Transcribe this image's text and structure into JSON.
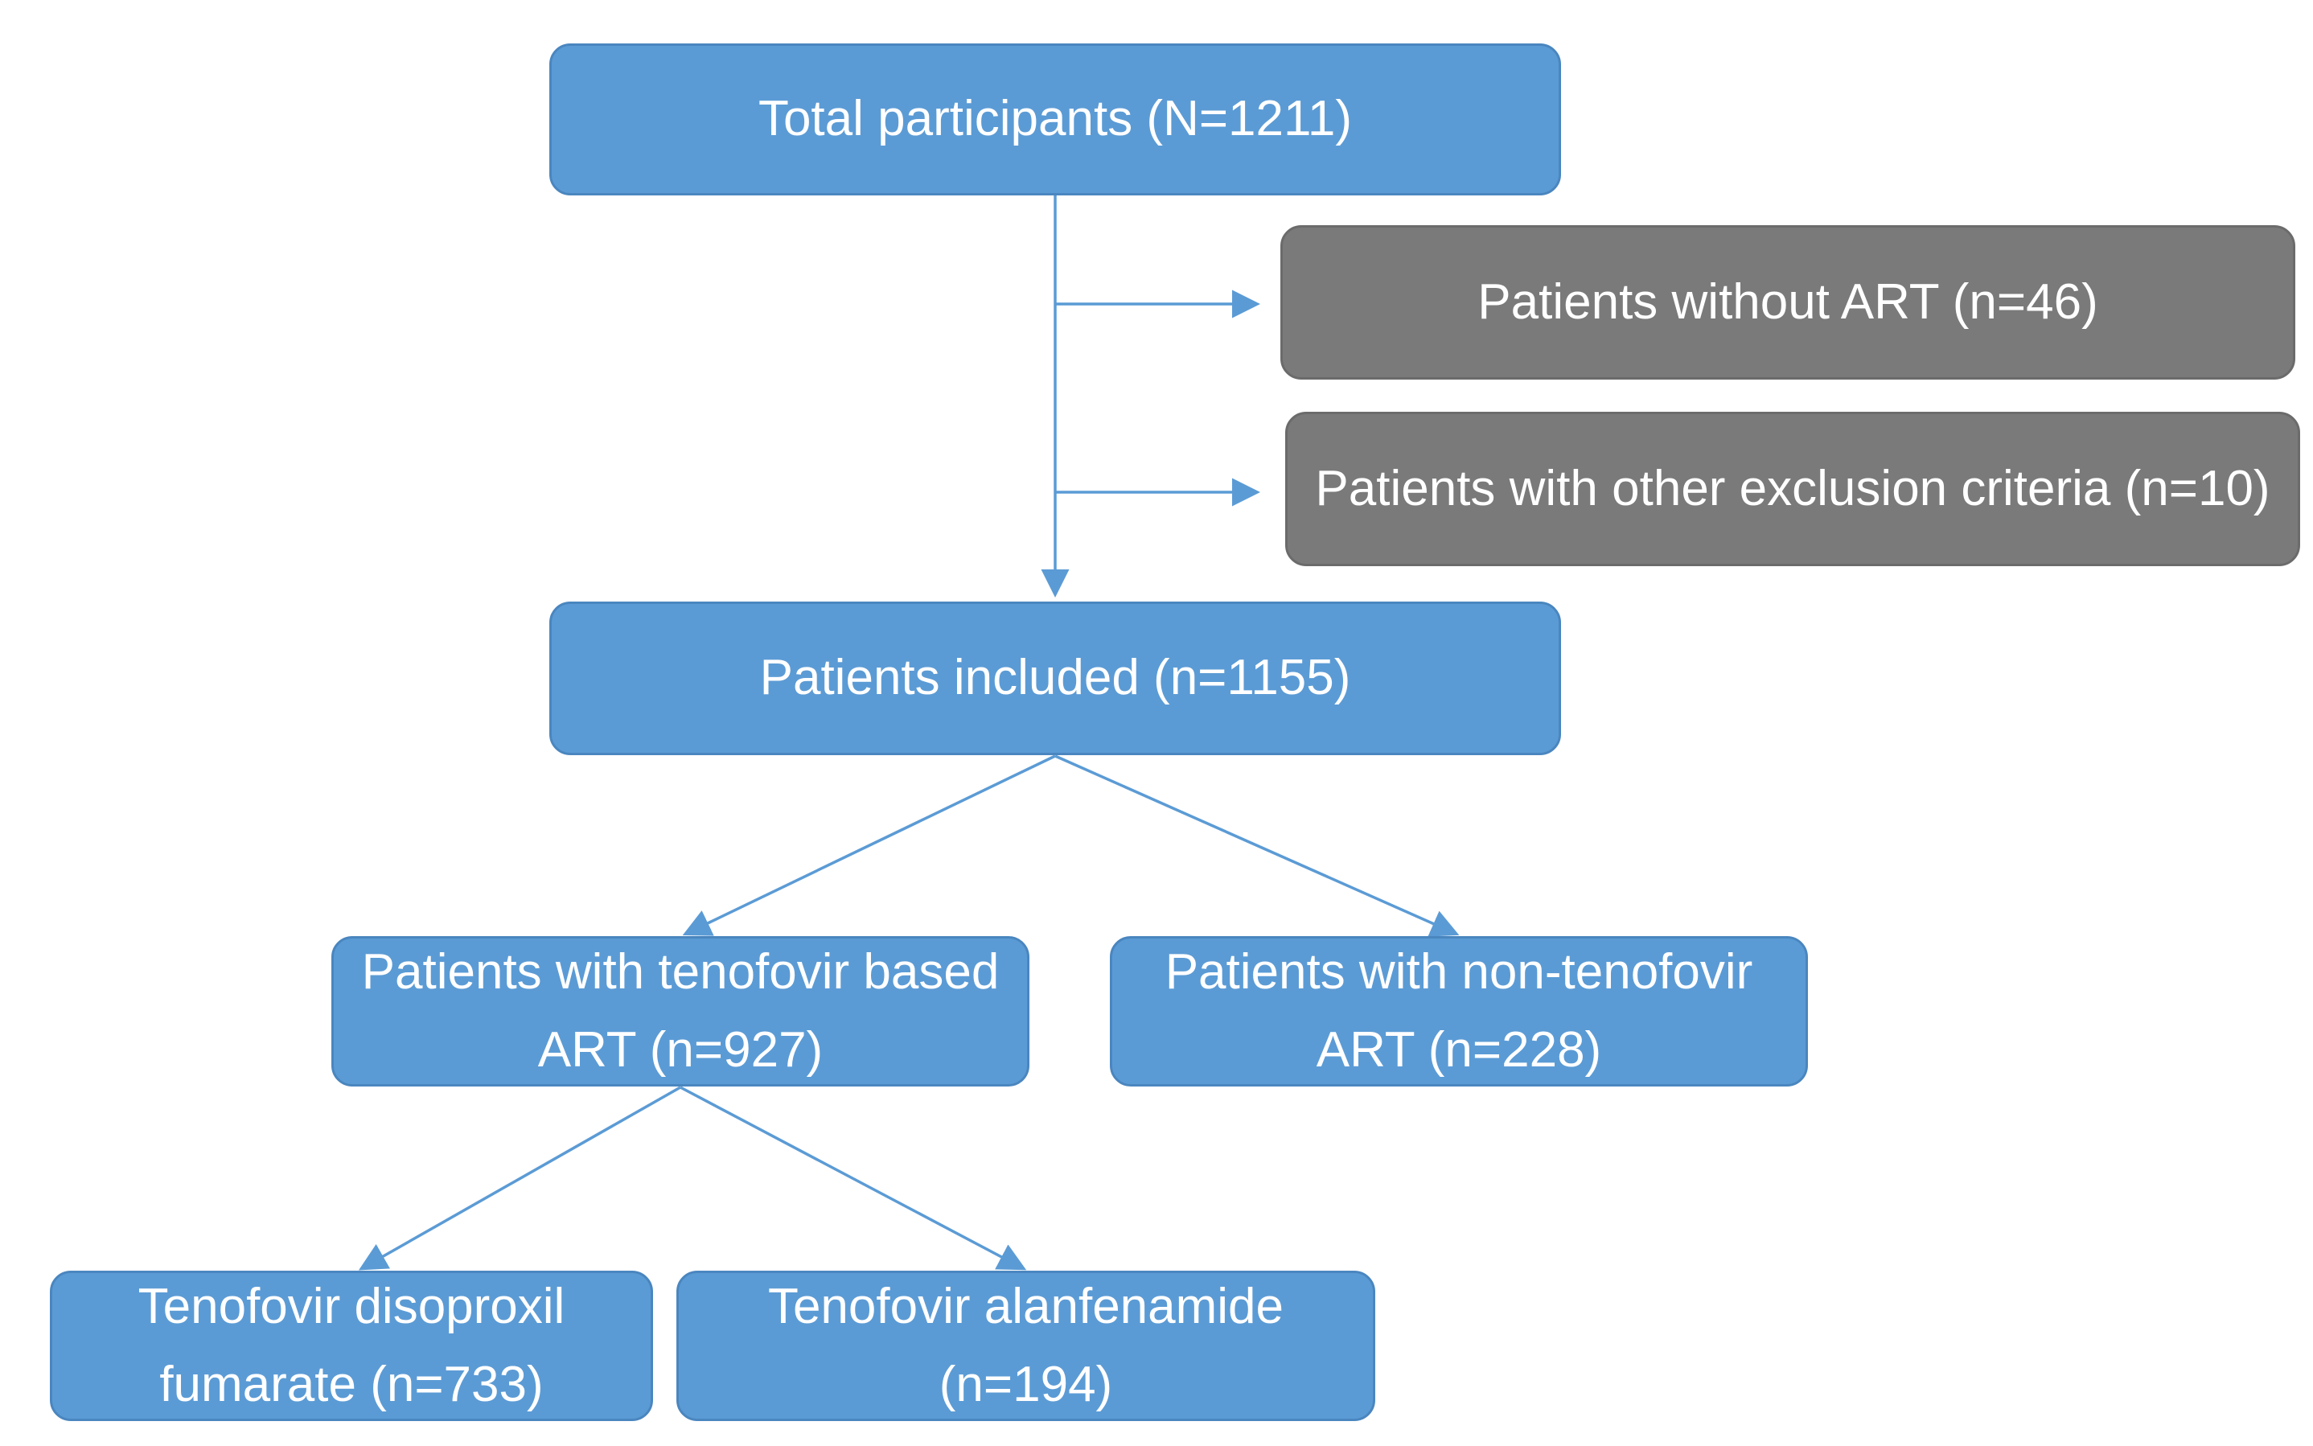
{
  "diagram": {
    "nodes": {
      "total": {
        "label": "Total participants (N=1211)"
      },
      "without_art": {
        "label": "Patients without ART (n=46)"
      },
      "other_exclusion": {
        "label": "Patients with other exclusion criteria (n=10)"
      },
      "included": {
        "label": "Patients included (n=1155)"
      },
      "tenofovir_based": {
        "label": "Patients with tenofovir based\nART (n=927)"
      },
      "non_tenofovir": {
        "label": "Patients with non-tenofovir\nART  (n=228)"
      },
      "tdf": {
        "label": "Tenofovir disoproxil\nfumarate  (n=733)"
      },
      "taf": {
        "label": "Tenofovir alanfenamide\n(n=194)"
      }
    },
    "edges": [
      {
        "from": "total",
        "to": "without_art"
      },
      {
        "from": "total",
        "to": "other_exclusion"
      },
      {
        "from": "total",
        "to": "included"
      },
      {
        "from": "included",
        "to": "tenofovir_based"
      },
      {
        "from": "included",
        "to": "non_tenofovir"
      },
      {
        "from": "tenofovir_based",
        "to": "tdf"
      },
      {
        "from": "tenofovir_based",
        "to": "taf"
      }
    ],
    "colors": {
      "node_fill": "#5b9bd5",
      "excluded_fill": "#7a7a7a",
      "text": "#ffffff",
      "connector": "#5b9bd5"
    }
  }
}
